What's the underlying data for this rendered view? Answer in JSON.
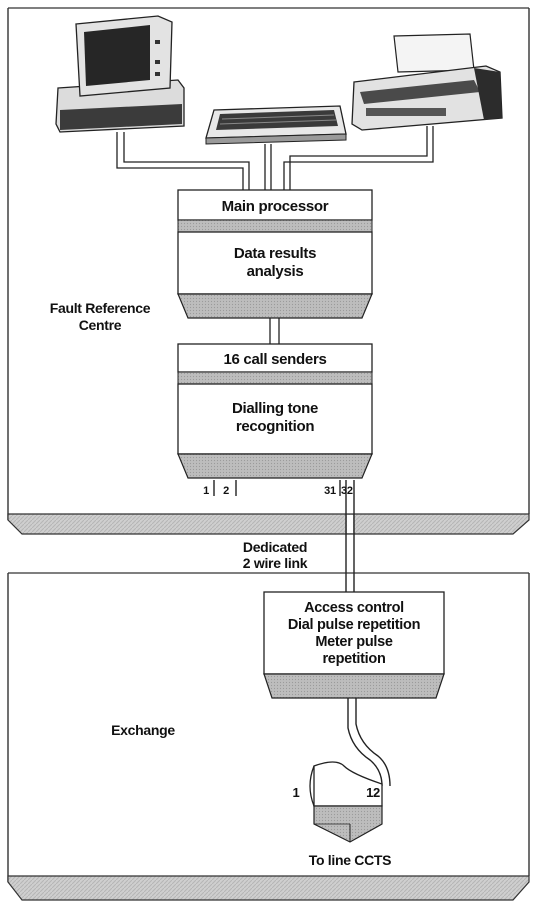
{
  "diagram": {
    "upper_region_label_line1": "Fault Reference",
    "upper_region_label_line2": "Centre",
    "lower_region_label": "Exchange",
    "main_processor": "Main processor",
    "data_results_line1": "Data results",
    "data_results_line2": "analysis",
    "call_senders": "16 call senders",
    "dialling_line1": "Dialling tone",
    "dialling_line2": "recognition",
    "port_1": "1",
    "port_2": "2",
    "port_31": "31",
    "port_32": "32",
    "link_line1": "Dedicated",
    "link_line2": "2 wire link",
    "access_line1": "Access control",
    "access_line2": "Dial pulse repetition",
    "access_line3": "Meter pulse",
    "access_line4": "repetition",
    "selector_left": "1",
    "selector_right": "12",
    "output_label": "To line CCTS"
  },
  "devices": {
    "computer_icon": "computer-icon",
    "keyboard_icon": "keyboard-icon",
    "printer_icon": "printer-icon"
  },
  "colors": {
    "line": "#222222",
    "shelf_grey": "#c9c9c9",
    "box_fill": "#ffffff",
    "box_bottom": "#b8b8b8"
  }
}
